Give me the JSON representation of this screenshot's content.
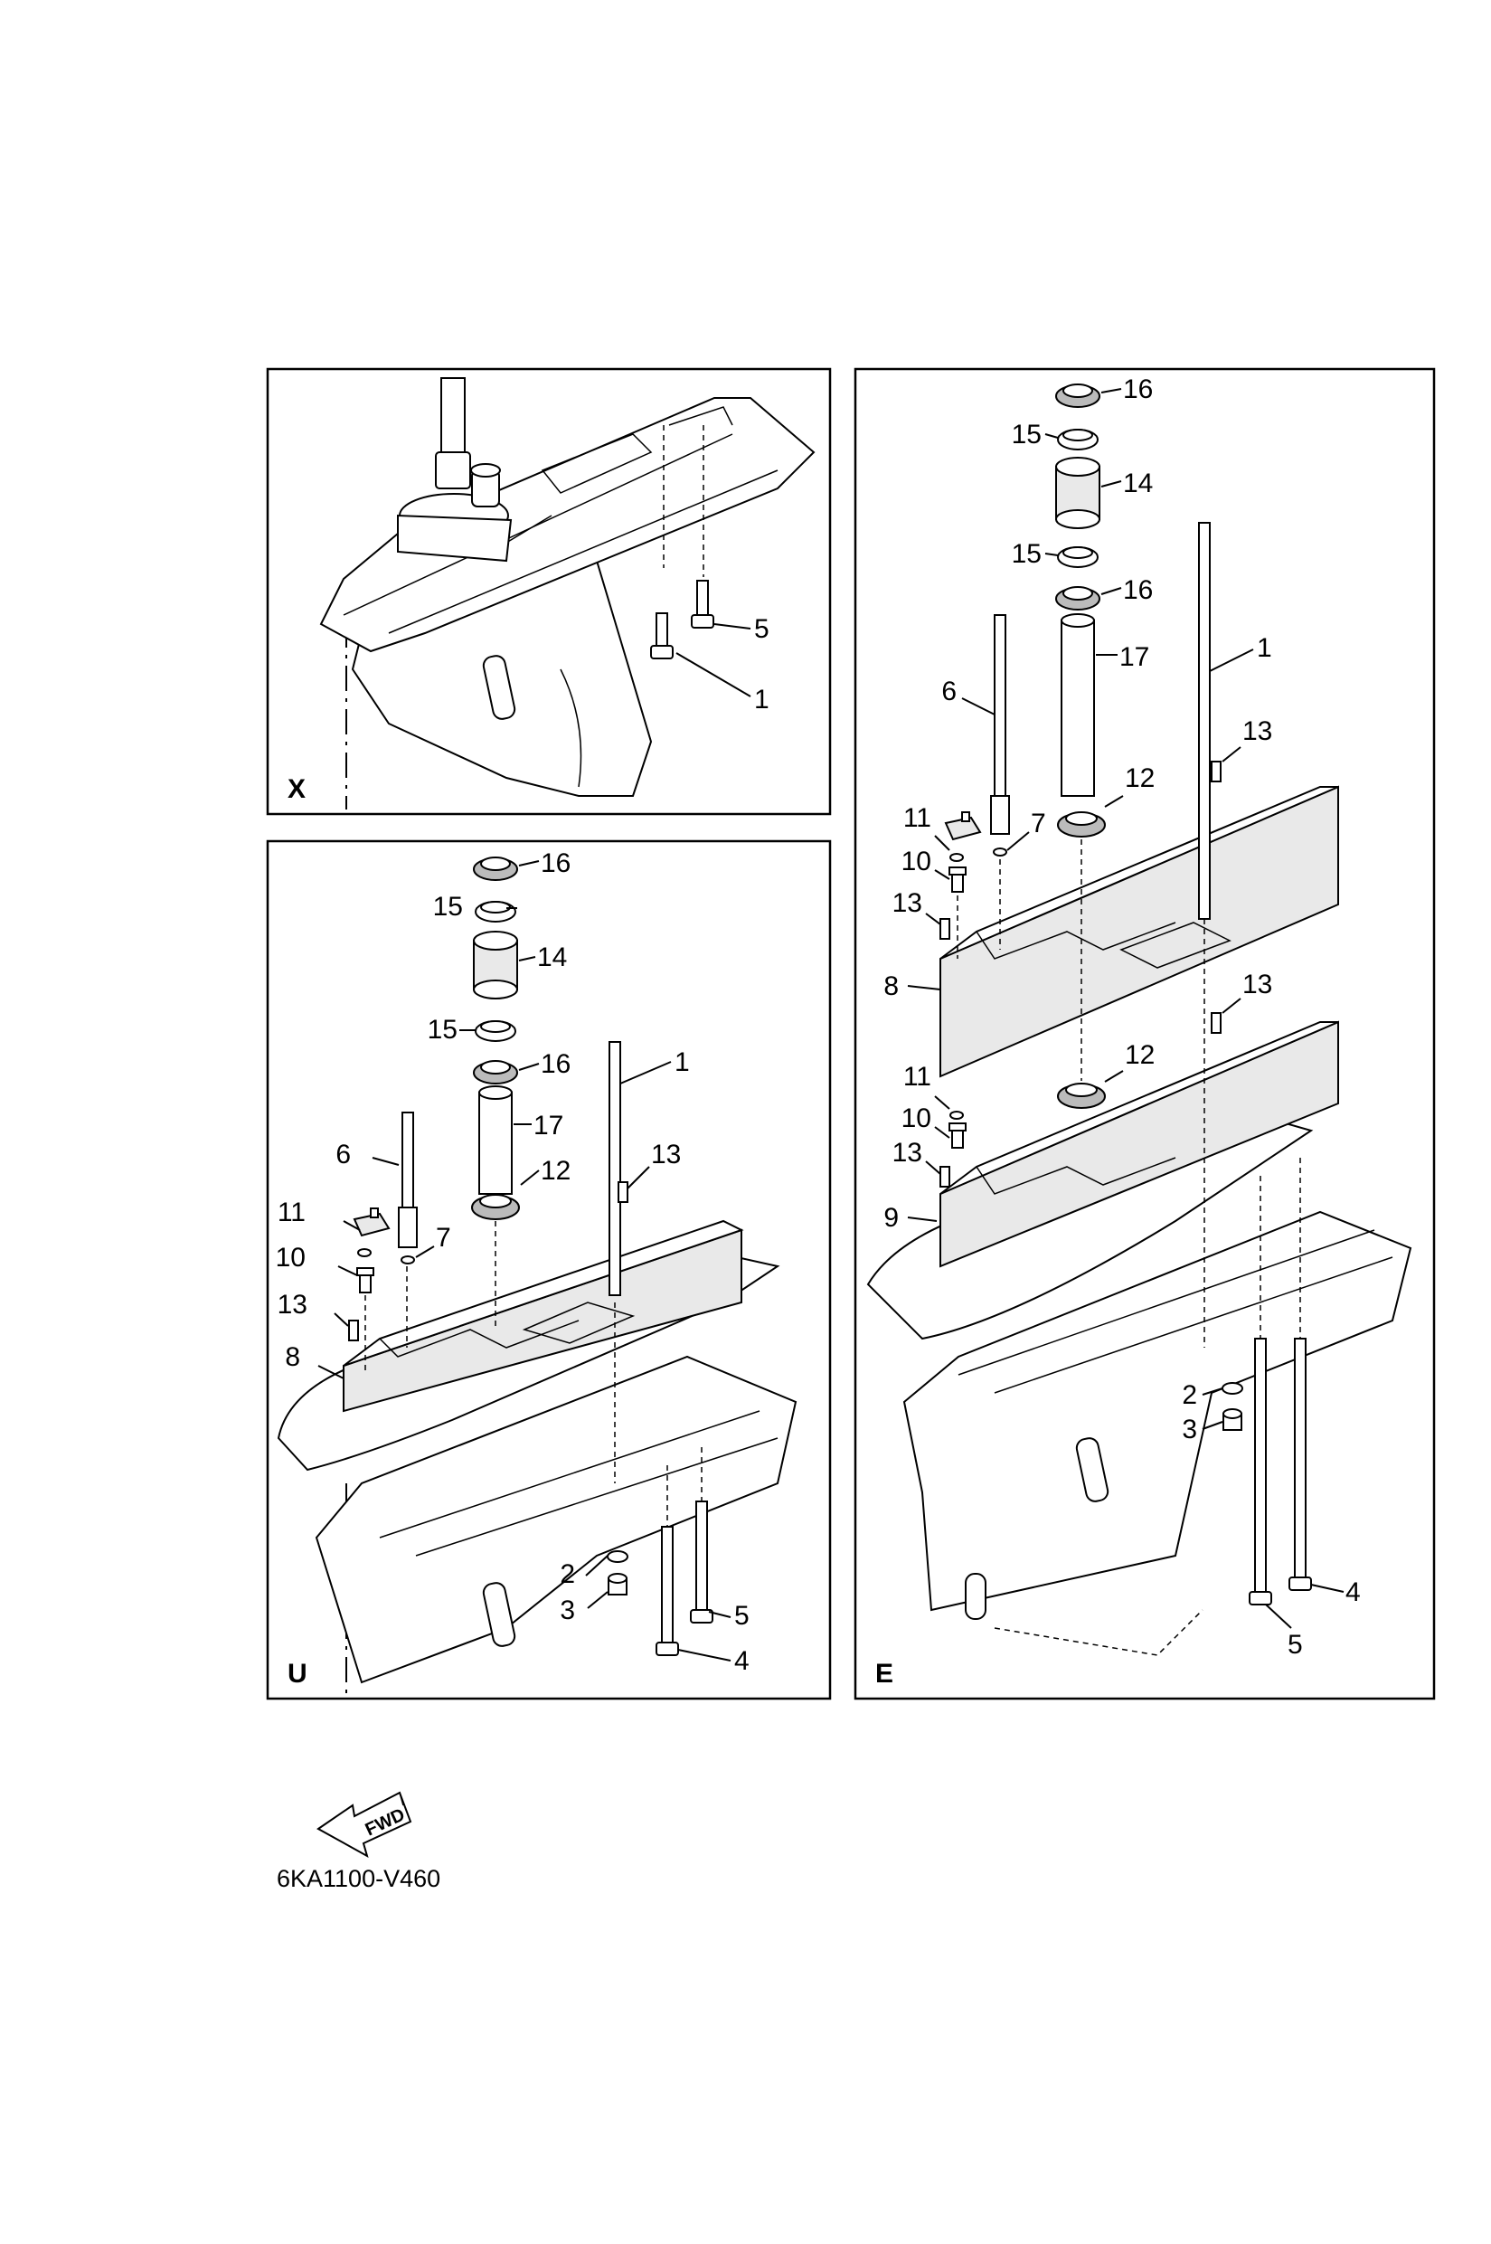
{
  "panels": {
    "x": {
      "variant": "X",
      "callouts": {
        "p1": "1",
        "p5": "5"
      }
    },
    "u": {
      "variant": "U",
      "callouts": {
        "p16a": "16",
        "p15a": "15",
        "p14": "14",
        "p15b": "15",
        "p16b": "16",
        "p17": "17",
        "p12": "12",
        "p1": "1",
        "p13a": "13",
        "p6": "6",
        "p7": "7",
        "p11": "11",
        "p10": "10",
        "p13b": "13",
        "p8": "8",
        "p2": "2",
        "p3": "3",
        "p5": "5",
        "p4": "4"
      }
    },
    "e": {
      "variant": "E",
      "callouts": {
        "p16a": "16",
        "p15a": "15",
        "p14": "14",
        "p15b": "15",
        "p16b": "16",
        "p17": "17",
        "p1": "1",
        "p6": "6",
        "p13a": "13",
        "p12a": "12",
        "p11a": "11",
        "p7": "7",
        "p10a": "10",
        "p13b": "13",
        "p8": "8",
        "p13c": "13",
        "p12b": "12",
        "p11b": "11",
        "p10b": "10",
        "p13d": "13",
        "p9": "9",
        "p2": "2",
        "p3": "3",
        "p4": "4",
        "p5": "5"
      }
    }
  },
  "fwd_arrow": {
    "label": "FWD"
  },
  "drawing_code": "6KA1100-V460"
}
